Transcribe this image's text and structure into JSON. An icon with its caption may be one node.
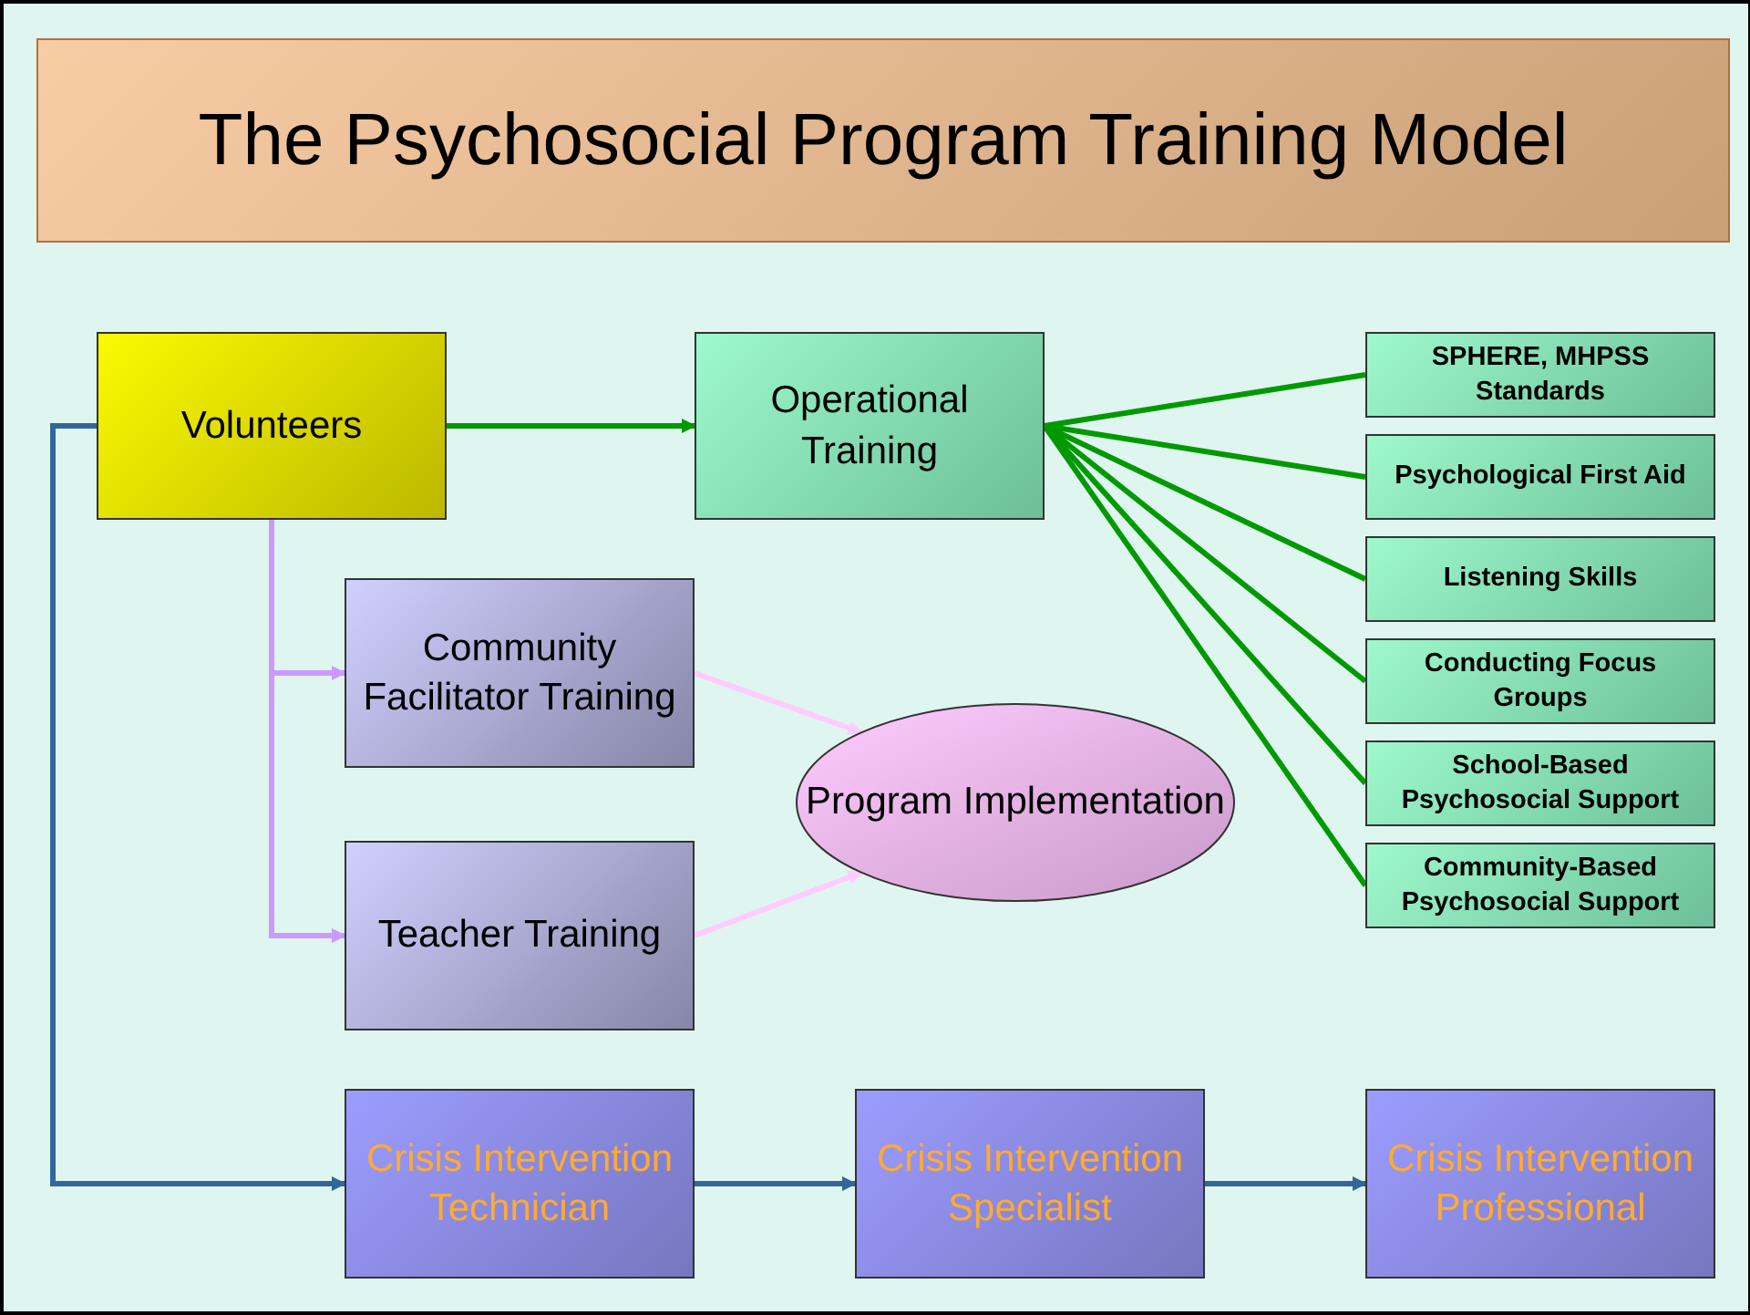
{
  "diagram": {
    "title": "The Psychosocial Program Training Model",
    "nodes": [
      {
        "text": [
          "Volunteers"
        ]
      },
      {
        "text": [
          "Operational Training"
        ]
      },
      {
        "text": [
          "SPHERE, MHPSS Standards"
        ]
      },
      {
        "text": [
          "Psychological First Aid"
        ]
      },
      {
        "text": [
          "Listening Skills"
        ]
      },
      {
        "text": [
          "Conducting Focus Groups"
        ]
      },
      {
        "text": [
          "School-Based Psychosocial Support"
        ]
      },
      {
        "text": [
          "Community-Based Psychosocial Support"
        ]
      },
      {
        "text": [
          "Community Facilitator Training"
        ]
      },
      {
        "text": [
          "Teacher Training"
        ]
      },
      {
        "text": [
          "Program Implementation"
        ]
      },
      {
        "text": [
          "Crisis Intervention Technician"
        ]
      },
      {
        "text": [
          "Crisis Intervention Specialist"
        ]
      },
      {
        "text": [
          "Crisis Intervention Professional"
        ]
      }
    ],
    "edges": [
      {
        "from": 0,
        "to": 1,
        "arrow": "to"
      },
      {
        "from": 1,
        "to": 2,
        "arrow": "none"
      },
      {
        "from": 1,
        "to": 3,
        "arrow": "none"
      },
      {
        "from": 1,
        "to": 4,
        "arrow": "none"
      },
      {
        "from": 1,
        "to": 5,
        "arrow": "none"
      },
      {
        "from": 1,
        "to": 6,
        "arrow": "none"
      },
      {
        "from": 1,
        "to": 7,
        "arrow": "none"
      },
      {
        "from": 0,
        "to": 8,
        "arrow": "to",
        "color": "#cc99ff"
      },
      {
        "from": 0,
        "to": 9,
        "arrow": "to",
        "color": "#cc99ff"
      },
      {
        "from": 8,
        "to": 10,
        "arrow": "to",
        "color": "#ffccff"
      },
      {
        "from": 9,
        "to": 10,
        "arrow": "to",
        "color": "#ffccff"
      },
      {
        "from": 0,
        "to": 11,
        "arrow": "to",
        "color": "#336699"
      },
      {
        "from": 11,
        "to": 12,
        "arrow": "to",
        "color": "#336699"
      },
      {
        "from": 12,
        "to": 13,
        "arrow": "to",
        "color": "#336699"
      }
    ]
  }
}
